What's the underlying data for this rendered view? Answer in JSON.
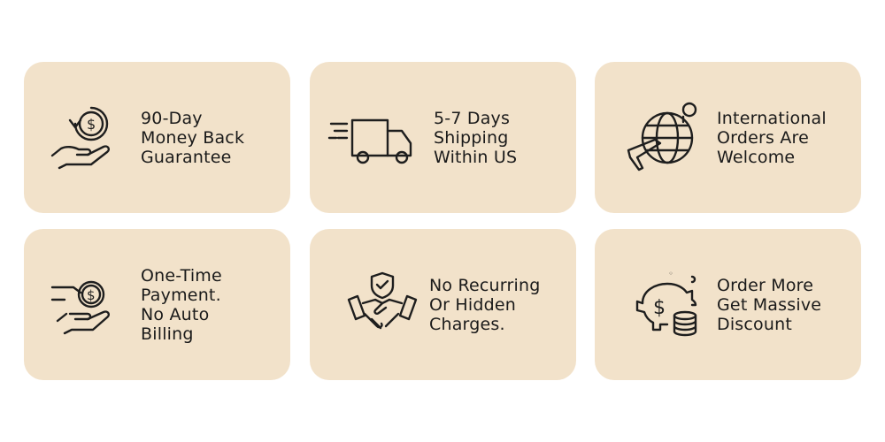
{
  "features": [
    {
      "lines": [
        "90-Day",
        "Money Back",
        "Guarantee"
      ],
      "icon": "money-back-hand-icon"
    },
    {
      "lines": [
        "5-7 Days",
        "Shipping",
        "Within US"
      ],
      "icon": "delivery-truck-icon"
    },
    {
      "lines": [
        "International",
        "Orders Are",
        "Welcome"
      ],
      "icon": "globe-plane-icon"
    },
    {
      "lines": [
        "One-Time",
        "Payment.",
        "No Auto",
        "Billing"
      ],
      "icon": "coin-hand-icon"
    },
    {
      "lines": [
        "No Recurring",
        "Or Hidden",
        "Charges."
      ],
      "icon": "handshake-shield-icon"
    },
    {
      "lines": [
        "Order More",
        "Get Massive",
        "Discount"
      ],
      "icon": "piggy-bank-coins-icon"
    }
  ],
  "colors": {
    "card": "#F2E2CA",
    "text": "#1a1a1a"
  }
}
